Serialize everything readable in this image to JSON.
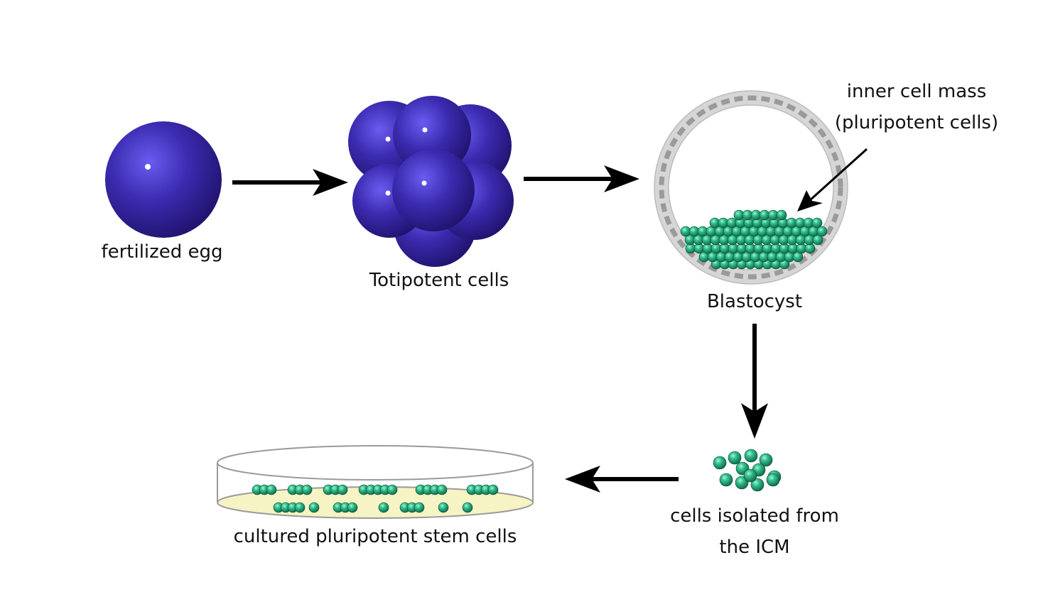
{
  "labels": {
    "fertilized_egg": "fertilized egg",
    "totipotent": "Totipotent cells",
    "blastocyst": "Blastocyst",
    "icm_line1": "inner cell mass",
    "icm_line2": "(pluripotent cells)",
    "isolated_line1": "cells isolated from",
    "isolated_line2": "the ICM",
    "cultured": "cultured pluripotent stem cells"
  },
  "colors": {
    "egg": "#3d2ca8",
    "cell_green": "#1f9a74",
    "arrow": "#000000",
    "dish_medium": "#f6f3c4",
    "blastocyst_wall": "#c9c9c9"
  }
}
